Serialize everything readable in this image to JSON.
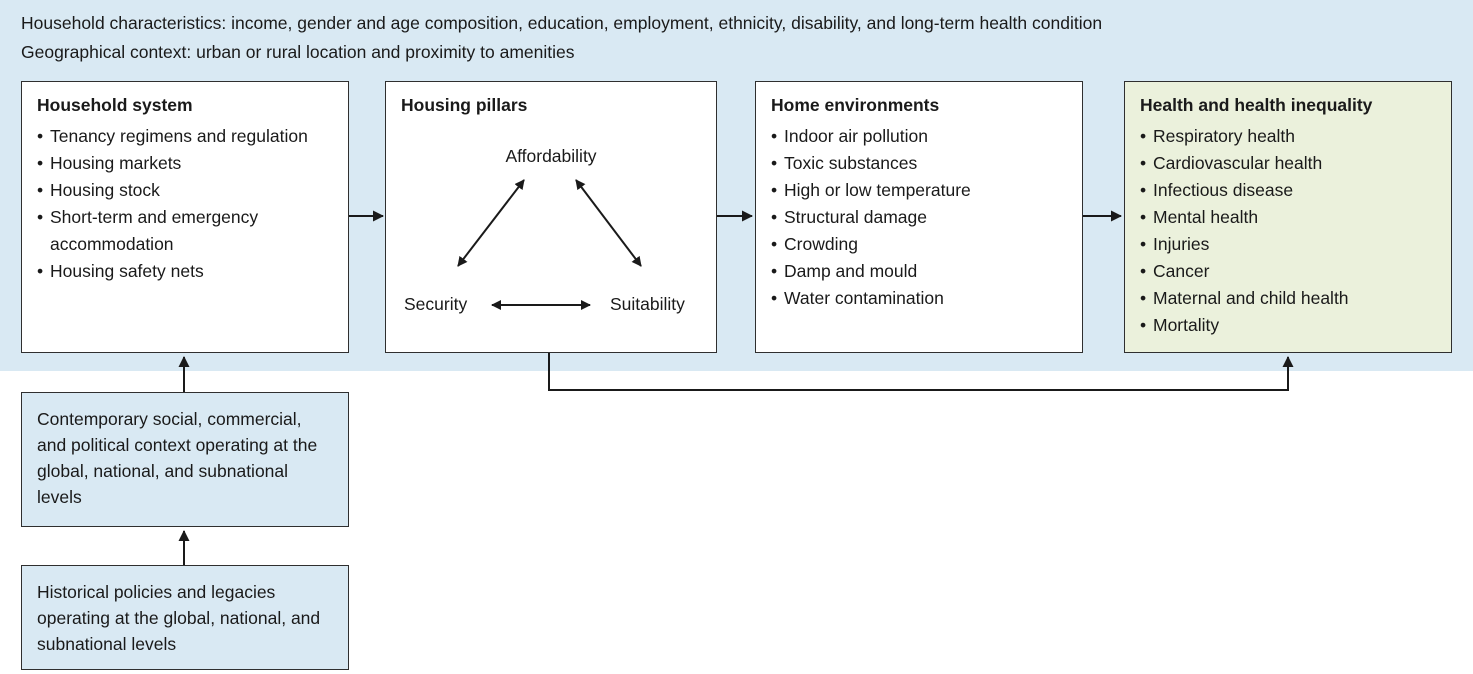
{
  "header": {
    "line1": "Household characteristics: income, gender and age composition, education, employment, ethnicity, disability, and long-term health condition",
    "line2": "Geographical context: urban or rural location and proximity to amenities"
  },
  "boxes": {
    "household_system": {
      "title": "Household system",
      "items": [
        "Tenancy regimens and regulation",
        "Housing markets",
        "Housing stock",
        "Short-term and emergency accommodation",
        "Housing safety nets"
      ]
    },
    "housing_pillars": {
      "title": "Housing pillars",
      "nodes": {
        "top": "Affordability",
        "bottom_left": "Security",
        "bottom_right": "Suitability"
      }
    },
    "home_environments": {
      "title": "Home environments",
      "items": [
        "Indoor air pollution",
        "Toxic substances",
        "High or low temperature",
        "Structural damage",
        "Crowding",
        "Damp and mould",
        "Water contamination"
      ]
    },
    "health": {
      "title": "Health and health inequality",
      "items": [
        "Respiratory health",
        "Cardiovascular health",
        "Infectious disease",
        "Mental health",
        "Injuries",
        "Cancer",
        "Maternal and child health",
        "Mortality"
      ]
    },
    "contemporary": {
      "text": "Contemporary social, commercial, and political context operating at the global, national, and subnational levels"
    },
    "historical": {
      "text": "Historical policies and legacies operating at the global, national, and subnational levels"
    }
  },
  "colors": {
    "band_background": "#d9e9f3",
    "health_box_background": "#ebf1dc",
    "context_box_background": "#d9e9f3",
    "box_border": "#2f2f2f",
    "arrow": "#1a1a1a",
    "text": "#1a1a1a"
  }
}
